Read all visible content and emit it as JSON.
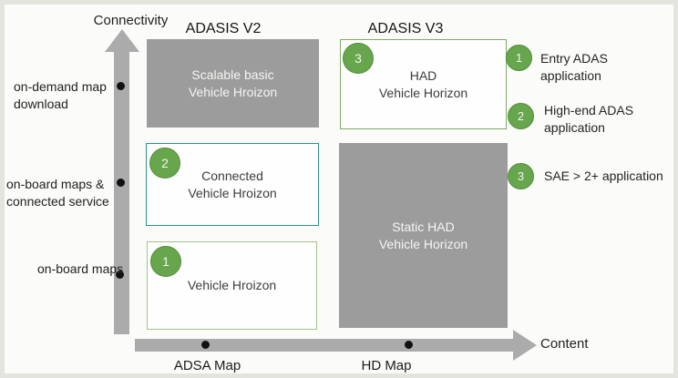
{
  "diagram": {
    "y_axis": {
      "title": "Connectivity",
      "ticks": {
        "t1": {
          "line1": "on-demand map",
          "line2": "download"
        },
        "t2": {
          "line1": "on-board maps &",
          "line2": "connected service"
        },
        "t3": {
          "line1": "on-board maps"
        }
      }
    },
    "x_axis": {
      "title": "Content",
      "ticks": {
        "t1": "ADSA Map",
        "t2": "HD Map"
      }
    },
    "column_headers": {
      "v2": "ADASIS V2",
      "v3": "ADASIS V3"
    },
    "boxes": {
      "scalable_basic": {
        "line1": "Scalable basic",
        "line2": "Vehicle Hroizon"
      },
      "had": {
        "badge": "3",
        "line1": "HAD",
        "line2": "Vehicle Horizon"
      },
      "connected": {
        "badge": "2",
        "line1": "Connected",
        "line2": "Vehicle Hroizon"
      },
      "vehicle": {
        "badge": "1",
        "line1": "Vehicle Hroizon"
      },
      "static_had": {
        "line1": "Static HAD",
        "line2": "Vehicle Horizon"
      }
    },
    "legend": {
      "item1": {
        "badge": "1",
        "line1": "Entry ADAS",
        "line2": "application"
      },
      "item2": {
        "badge": "2",
        "line1": "High-end ADAS",
        "line2": "application"
      },
      "item3": {
        "badge": "3",
        "line1": "SAE > 2+ application"
      }
    },
    "colors": {
      "badge_green": "#67a64d",
      "box_gray": "#9c9c9c",
      "axis_gray": "#ababab",
      "border_green": "#7fad63",
      "border_teal": "#2c9184",
      "border_light_green": "#a6c386",
      "frame": "#e3e4de"
    }
  }
}
